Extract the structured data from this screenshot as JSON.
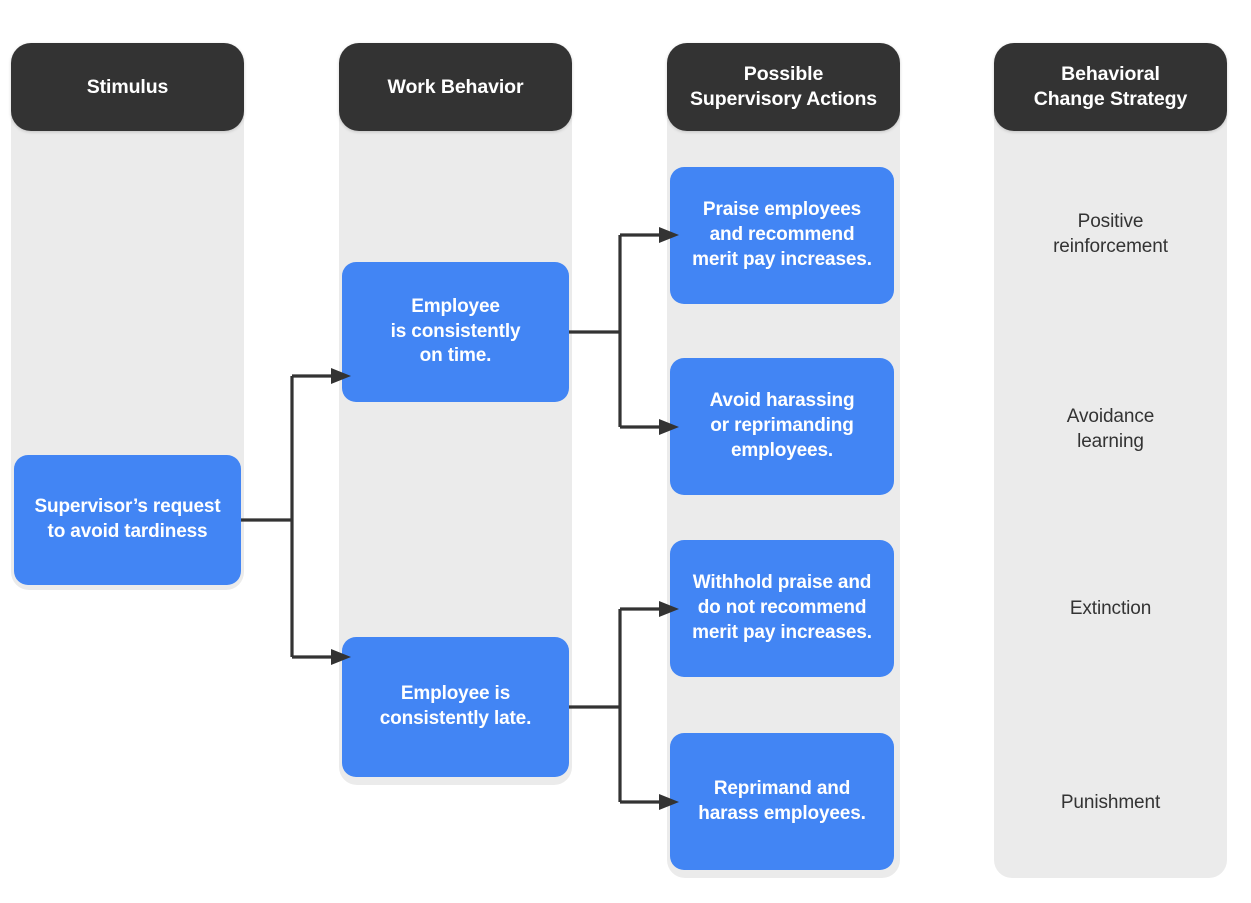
{
  "diagram": {
    "title": "Behavior modification flow: stimulus to behavioral change strategy",
    "accent_blue": "#4285f4",
    "header_dark": "#333333",
    "panel_gray": "#ebebeb",
    "text_dark": "#333333"
  },
  "columns": [
    {
      "id": "stimulus",
      "header": "Stimulus"
    },
    {
      "id": "work-behavior",
      "header": "Work Behavior"
    },
    {
      "id": "supervisory-actions",
      "header": "Possible\nSupervisory Actions"
    },
    {
      "id": "behavioral-change-strategy",
      "header": "Behavioral\nChange Strategy"
    }
  ],
  "stimulus": {
    "node": "Supervisor’s request\nto avoid tardiness"
  },
  "work_behaviors": [
    {
      "id": "on-time",
      "label": "Employee\nis consistently\non time."
    },
    {
      "id": "late",
      "label": "Employee is\nconsistently late."
    }
  ],
  "supervisory_actions": [
    {
      "id": "praise",
      "label": "Praise employees\nand recommend\nmerit pay increases."
    },
    {
      "id": "avoid-harassing",
      "label": "Avoid harassing\nor reprimanding\nemployees."
    },
    {
      "id": "withhold-praise",
      "label": "Withhold praise and\ndo not recommend\nmerit pay increases."
    },
    {
      "id": "reprimand",
      "label": "Reprimand and\nharass employees."
    }
  ],
  "strategies": [
    {
      "id": "positive-reinforcement",
      "label": "Positive\nreinforcement"
    },
    {
      "id": "avoidance-learning",
      "label": "Avoidance\nlearning"
    },
    {
      "id": "extinction",
      "label": "Extinction"
    },
    {
      "id": "punishment",
      "label": "Punishment"
    }
  ]
}
